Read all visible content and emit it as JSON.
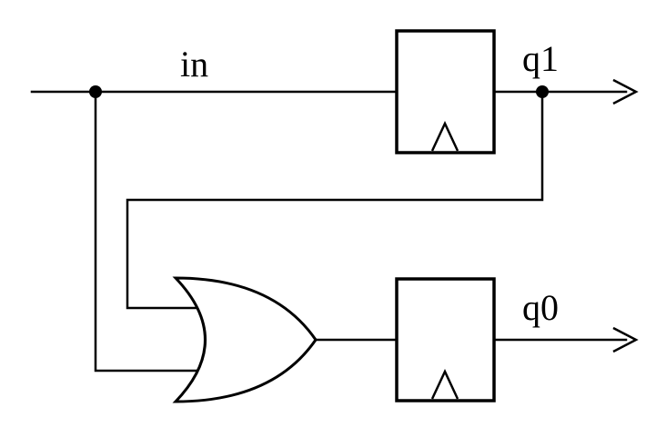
{
  "labels": {
    "input": "in",
    "output_top": "q1",
    "output_bottom": "q0"
  },
  "components": {
    "flip_flops": 2,
    "or_gates": 1
  }
}
